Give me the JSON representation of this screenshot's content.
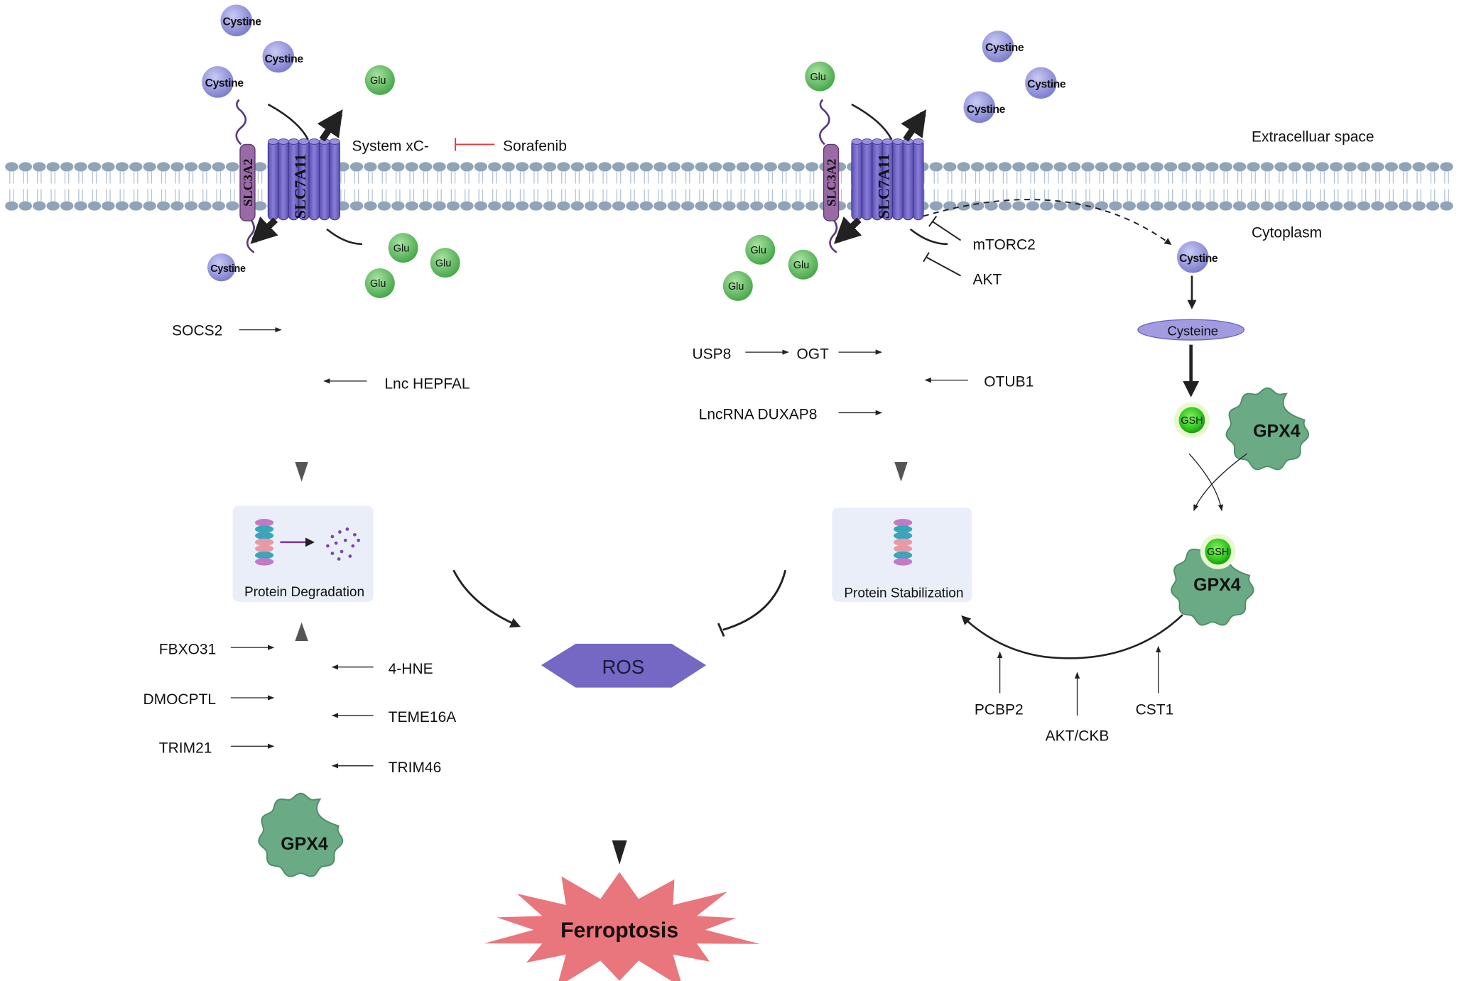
{
  "regions": {
    "extracellular": "Extracelluar space",
    "cytoplasm": "Cytoplasm"
  },
  "transporter": {
    "light_chain": "SLC3A2",
    "heavy_chain": "SLC7A11",
    "system": "System xC-"
  },
  "inhibitors": {
    "sorafenib": "Sorafenib",
    "mtorc2": "mTORC2",
    "akt": "AKT"
  },
  "molecules": {
    "cystine": "Cystine",
    "glu": "Glu",
    "cysteine": "Cysteine",
    "gsh": "GSH",
    "gpx4": "GPX4",
    "ros": "ROS",
    "ferroptosis": "Ferroptosis"
  },
  "degradation": {
    "box_label": "Protein Degradation",
    "upstream_promoters": [
      "SOCS2"
    ],
    "upstream_inhibitors": [
      "Lnc HEPFAL"
    ],
    "gpx4_promoters": [
      "FBXO31",
      "DMOCPTL",
      "TRIM21"
    ],
    "gpx4_inhibitors": [
      "4-HNE",
      "TEME16A",
      "TRIM46"
    ]
  },
  "stabilization": {
    "box_label": "Protein Stabilization",
    "usp8": "USP8",
    "ogt": "OGT",
    "lncrna": "LncRNA DUXAP8",
    "otub1": "OTUB1",
    "gpx4_regulators": [
      "PCBP2",
      "AKT/CKB",
      "CST1"
    ]
  },
  "colors": {
    "cystine": "#8e8fd8",
    "glu": "#5cb85c",
    "transporter": "#7468c4",
    "slc3a2": "#9a6aa6",
    "gpx4": "#6aab86",
    "ros": "#7468c4",
    "ferroptosis": "#e8767c",
    "inhibit_red": "#e03a3a",
    "membrane": "#8fa4b8"
  }
}
